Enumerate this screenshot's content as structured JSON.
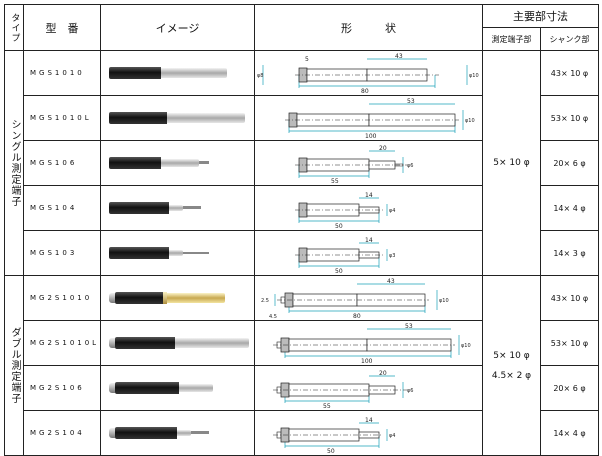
{
  "header": {
    "type": "タイプ",
    "model": "型　番",
    "image": "イメージ",
    "shape": "形　　　状",
    "main_dims": "主要部寸法",
    "measure_end": "測定端子部",
    "shank": "シャンク部"
  },
  "groups": [
    {
      "label": "シングル測定端子"
    },
    {
      "label": "ダブル測定端子"
    }
  ],
  "single_rows": [
    {
      "model": "MGS1010",
      "shank": "43× 10 φ",
      "dims": [
        "5",
        "43",
        "80",
        "φ8",
        "φ10"
      ]
    },
    {
      "model": "MGS1010L",
      "shank": "53× 10 φ",
      "dims": [
        "53",
        "100",
        "φ10"
      ]
    },
    {
      "model": "MGS106",
      "shank": "20× 6 φ",
      "dims": [
        "20",
        "55",
        "φ6"
      ]
    },
    {
      "model": "MGS104",
      "shank": "14× 4 φ",
      "dims": [
        "14",
        "50",
        "φ4"
      ]
    },
    {
      "model": "MGS103",
      "shank": "14× 3 φ",
      "dims": [
        "14",
        "50",
        "φ3"
      ]
    }
  ],
  "double_rows": [
    {
      "model": "MG2S1010",
      "shank": "43× 10 φ",
      "dims": [
        "43",
        "80",
        "2.5",
        "4.5",
        "φ10"
      ]
    },
    {
      "model": "MG2S1010L",
      "shank": "53× 10 φ",
      "dims": [
        "53",
        "100",
        "φ10"
      ]
    },
    {
      "model": "MG2S106",
      "shank": "20× 6 φ",
      "dims": [
        "20",
        "55",
        "φ6"
      ]
    },
    {
      "model": "MG2S104",
      "shank": "14× 4 φ",
      "dims": [
        "14",
        "50",
        "φ4"
      ]
    }
  ],
  "single_measure": "5× 10 φ",
  "double_measure_1": "5× 10 φ",
  "double_measure_2": "4.5× 2 φ",
  "colors": {
    "dimension": "#1aa0b8",
    "border": "#222222"
  }
}
